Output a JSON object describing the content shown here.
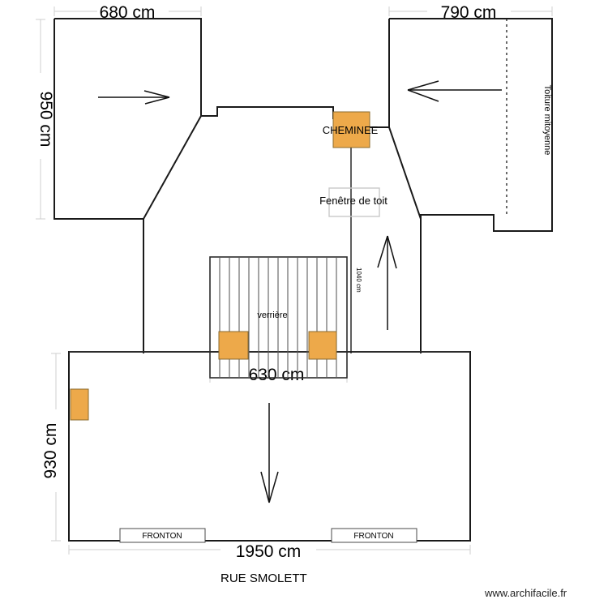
{
  "plan": {
    "title": "RUE SMOLETT",
    "watermark": "www.archifacile.fr",
    "dimensions": {
      "top_left": "680 cm",
      "top_right": "790 cm",
      "left_upper": "950 cm",
      "left_lower": "930 cm",
      "bottom": "1950 cm",
      "glass_roof_width": "630 cm",
      "vertical_center": "1040 cm"
    },
    "labels": {
      "chimney": "CHEMINEE",
      "roof_window": "Fenêtre de toit",
      "glass_roof": "verrière",
      "party_roof": "Toiture mitoyenne",
      "pediment_left": "FRONTON",
      "pediment_right": "FRONTON"
    },
    "colors": {
      "opening_fill": "#eda94a",
      "wall_stroke": "#1a1a1a",
      "dim_stroke": "#cfcfcf",
      "glass_bar": "#5c5c5c"
    },
    "icons": {
      "slope_arrow_left": "arrow-right-icon",
      "slope_arrow_right": "arrow-left-icon",
      "slope_arrow_center": "arrow-up-icon",
      "slope_arrow_bottom": "arrow-down-icon"
    }
  }
}
